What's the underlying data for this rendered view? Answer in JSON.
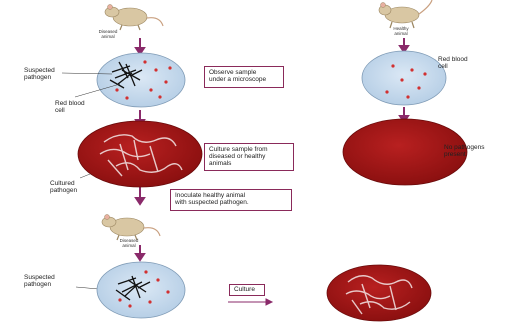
{
  "left_column": {
    "diseased_animal_label": "Diseased\nanimal",
    "suspected_pathogen_label": "Suspected\npathogen",
    "red_blood_cell_label": "Red blood\ncell",
    "cultured_pathogen_label": "Cultured\npathogen",
    "diseased_animal_label_2": "Diseased\nanimal",
    "suspected_pathogen_label_2": "Suspected\npathogen"
  },
  "right_column": {
    "healthy_animal_label": "Healthy\nanimal",
    "red_blood_cell_label": "Red blood\ncell",
    "no_pathogens_label": "No pathogens\npresent"
  },
  "steps": {
    "observe": "Observe sample\nunder a microscope",
    "culture_sample": "Culture sample from\ndiseased or healthy\nanimals",
    "inoculate": "Inoculate healthy animal\nwith suspected pathogen.",
    "culture": "Culture"
  },
  "colors": {
    "arrow": "#8a2a6a",
    "dish_blue": "#c8dcef",
    "agar_red": "#a01818",
    "rbc_red": "#d23030",
    "pathogen": "#111111",
    "mouse": "#d9c7a3"
  }
}
